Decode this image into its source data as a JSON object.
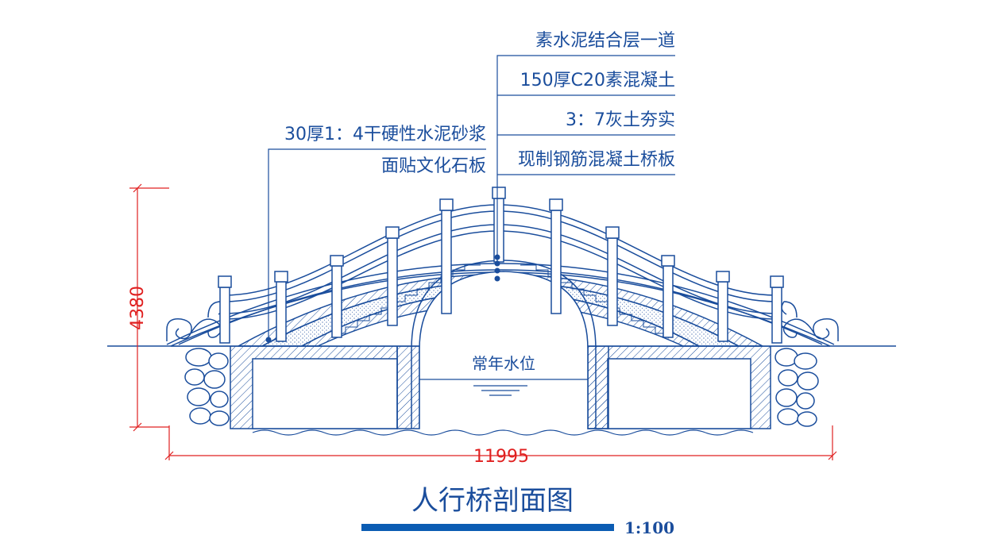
{
  "labels_right": [
    "素水泥结合层一道",
    "150厚C20素混凝土",
    "3：7灰土夯实",
    "现制钢筋混凝土桥板"
  ],
  "labels_left": [
    "30厚1：4干硬性水泥砂浆",
    "面贴文化石板"
  ],
  "water_level": "常年水位",
  "dim_height": "4380",
  "dim_width": "11995",
  "title": "人行桥剖面图",
  "scale": "1:100",
  "colors": {
    "line": "#1a4d9c",
    "dimension": "#e02020"
  }
}
